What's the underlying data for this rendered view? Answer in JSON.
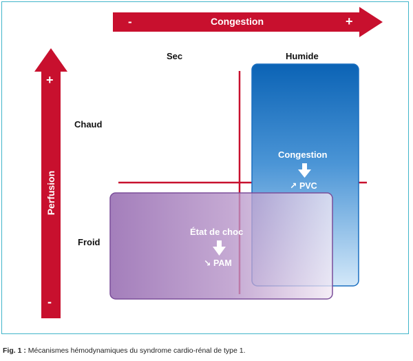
{
  "top_axis": {
    "label": "Congestion",
    "minus": "-",
    "plus": "+"
  },
  "left_axis": {
    "label": "Perfusion",
    "plus": "+",
    "minus": "-"
  },
  "columns": {
    "dry": "Sec",
    "wet": "Humide"
  },
  "rows": {
    "warm": "Chaud",
    "cold": "Froid"
  },
  "congestion_box": {
    "title": "Congestion",
    "effect": "↗ PVC"
  },
  "shock_box": {
    "title": "État de choc",
    "effect": "↘ PAM"
  },
  "caption": {
    "prefix": "Fig. 1 :",
    "text": " Mécanismes hémodynamiques du syndrome cardio-rénal de type 1."
  },
  "colors": {
    "red": "#c8102e",
    "blue_top": "#0b63b5",
    "blue_bottom": "#cfe6f8",
    "purple_left": "#8a5aa8",
    "purple_right": "#f1e8f4"
  }
}
